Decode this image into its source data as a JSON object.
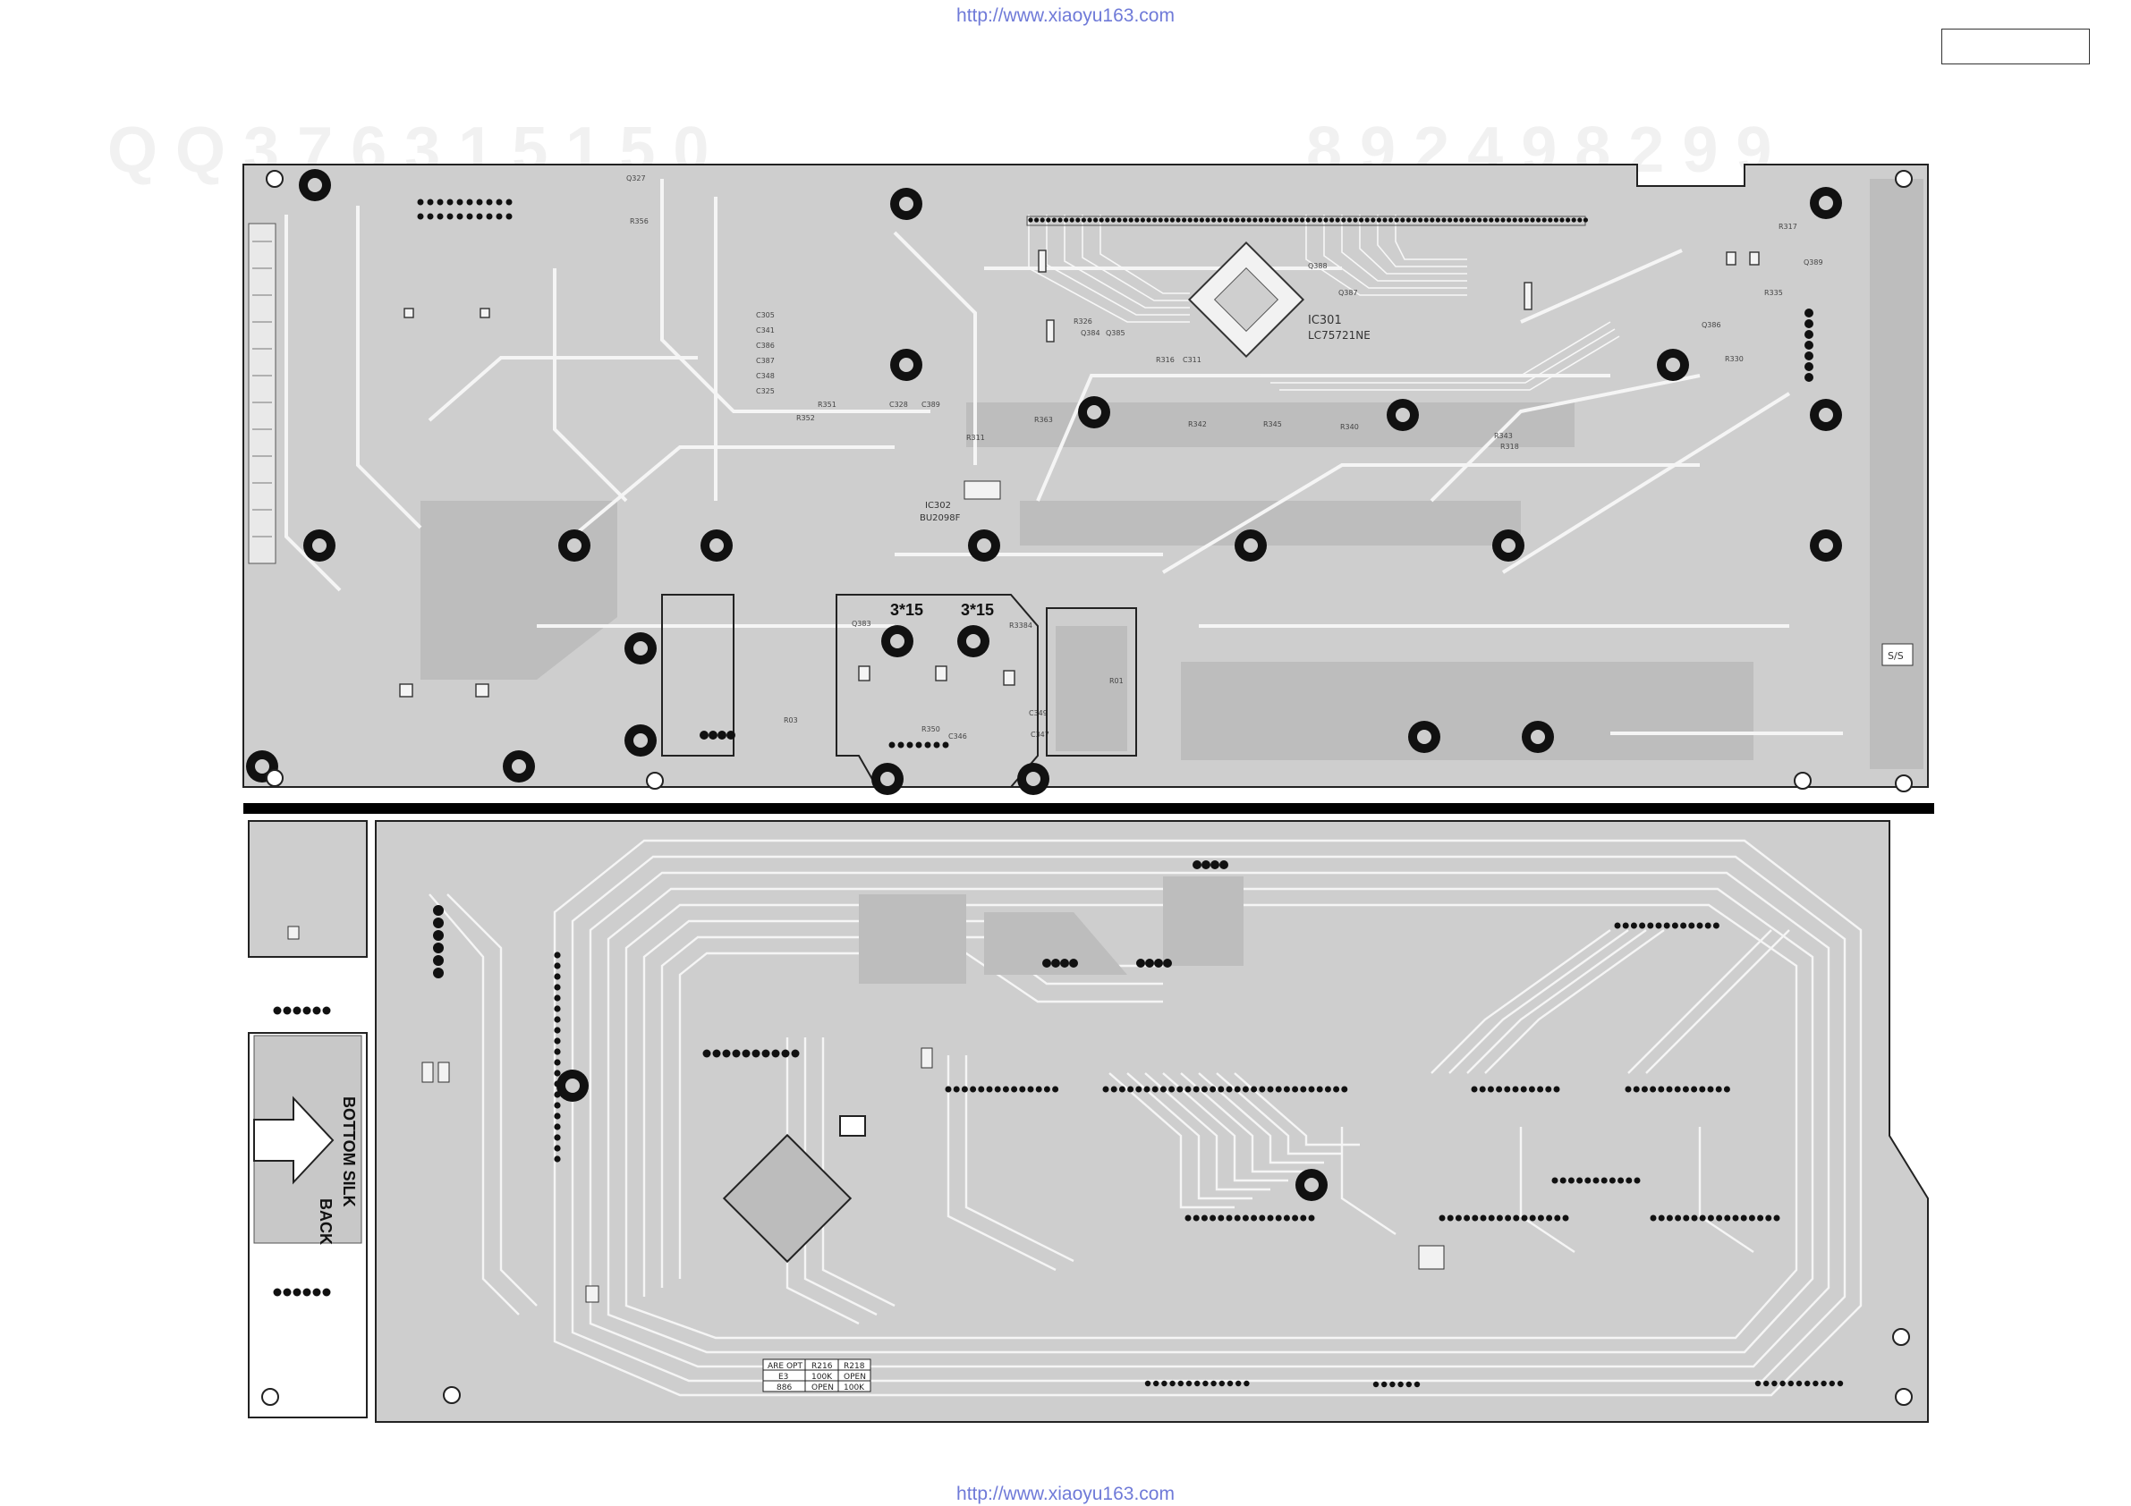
{
  "watermark_url": "http://www.xiaoyu163.com",
  "components": {
    "ic_main": "IC301",
    "ic_main_part": "LC75721NE",
    "ic_small": "IC302",
    "ic_small_part": "BU2098F",
    "jumper_1": "3*15",
    "jumper_2": "3*15",
    "switch_label": "S/S"
  },
  "bottom_silk": {
    "line1": "BOTTOM SILK",
    "line2": "BACK"
  },
  "refdes_top": [
    "Q327",
    "R356",
    "C305",
    "C341",
    "C386",
    "C387",
    "C348",
    "C325",
    "R352",
    "R351",
    "C328",
    "C389",
    "R363",
    "R342",
    "R345",
    "R340",
    "R343",
    "R318",
    "R317",
    "Q389",
    "R335",
    "Q386",
    "R330",
    "R316",
    "C311",
    "Q384",
    "Q385",
    "R311",
    "R326",
    "C349",
    "R350",
    "C347",
    "R01",
    "R03",
    "C346",
    "Q383",
    "R3384",
    "Q388",
    "Q387"
  ],
  "option_table": {
    "headers": [
      "ARE OPT",
      "R216",
      "R218"
    ],
    "rows": [
      [
        "E3",
        "100K",
        "OPEN"
      ],
      [
        "886",
        "OPEN",
        "100K"
      ]
    ]
  },
  "colors": {
    "copper": "#cdcdcd",
    "pad": "#111111",
    "divider": "#000000",
    "url": "#6f7ad8"
  }
}
